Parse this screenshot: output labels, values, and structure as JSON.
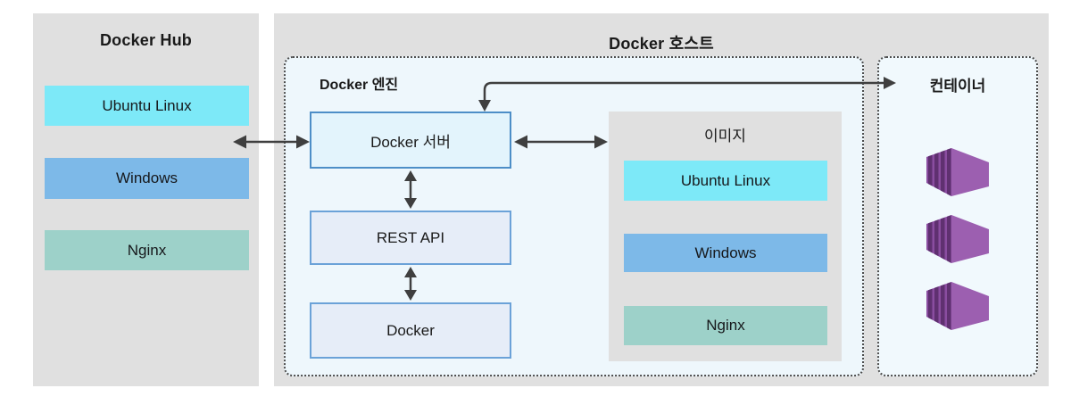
{
  "colors": {
    "background": "#ffffff",
    "panel_gray": "#e0e0e0",
    "arrow": "#3f3f3f",
    "dotted_border": "#4d4d4d",
    "engine_bg": "#eef7fc",
    "container_panel_bg": "#f1f9fd",
    "item_cyan": "#7de9f8",
    "item_blue": "#7db9e8",
    "item_teal": "#9dd1c9",
    "server_fill": "#e3f4fc",
    "server_border": "#4d8ec7",
    "subbox_fill": "#e6edf8",
    "subbox_border": "#6ba2d8",
    "container_icon_dark": "#5f3070",
    "container_icon_mid": "#8a4da0",
    "container_icon_light": "#9c5fb0"
  },
  "hub_panel": {
    "title": "Docker Hub",
    "items": [
      {
        "label": "Ubuntu Linux",
        "color": "#7de9f8"
      },
      {
        "label": "Windows",
        "color": "#7db9e8"
      },
      {
        "label": "Nginx",
        "color": "#9dd1c9"
      }
    ]
  },
  "host_panel": {
    "title": "Docker 호스트"
  },
  "engine_box": {
    "title": "Docker 엔진",
    "server_label": "Docker 서버",
    "rest_api_label": "REST API",
    "docker_label": "Docker"
  },
  "images_panel": {
    "title": "이미지",
    "items": [
      {
        "label": "Ubuntu Linux",
        "color": "#7de9f8"
      },
      {
        "label": "Windows",
        "color": "#7db9e8"
      },
      {
        "label": "Nginx",
        "color": "#9dd1c9"
      }
    ]
  },
  "container_panel": {
    "title": "컨테이너",
    "container_count": 3
  }
}
